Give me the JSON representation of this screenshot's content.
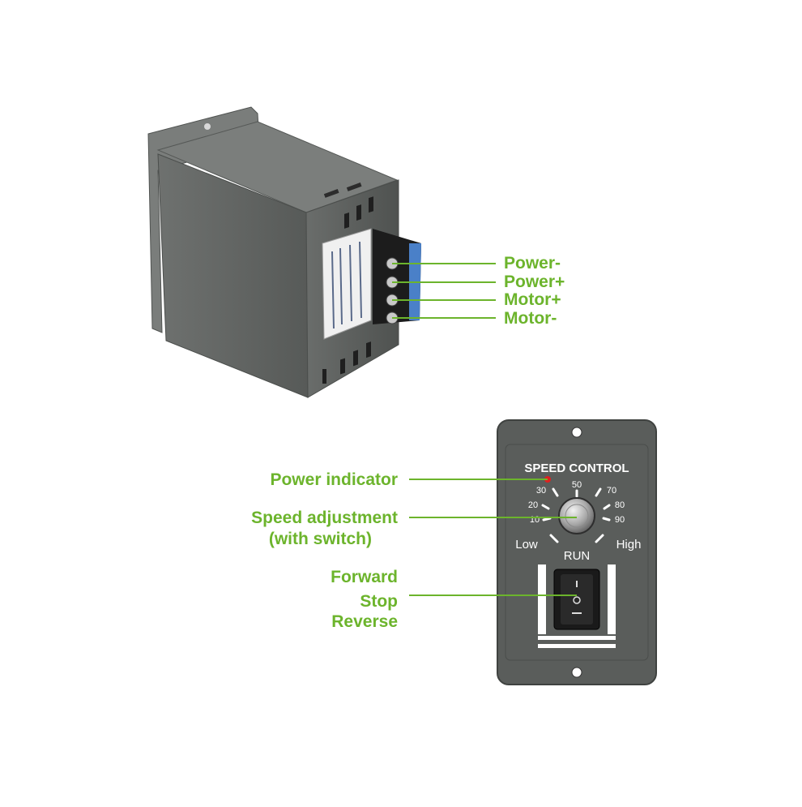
{
  "colors": {
    "callout_green": "#6cb42c",
    "housing_gray": "#5f6260",
    "panel_gray": "#5a5d5b",
    "indicator_red": "#e02020"
  },
  "terminal_labels": [
    "Power-",
    "Power+",
    "Motor+",
    "Motor-"
  ],
  "panel": {
    "title": "SPEED CONTROL",
    "dial_marks": [
      "10",
      "20",
      "30",
      "50",
      "70",
      "80",
      "90"
    ],
    "low_label": "Low",
    "high_label": "High",
    "run_label": "RUN"
  },
  "callouts": {
    "power_indicator": "Power indicator",
    "speed_adjustment_line1": "Speed adjustment",
    "speed_adjustment_line2": "(with switch)",
    "forward": "Forward",
    "stop": "Stop",
    "reverse": "Reverse"
  }
}
